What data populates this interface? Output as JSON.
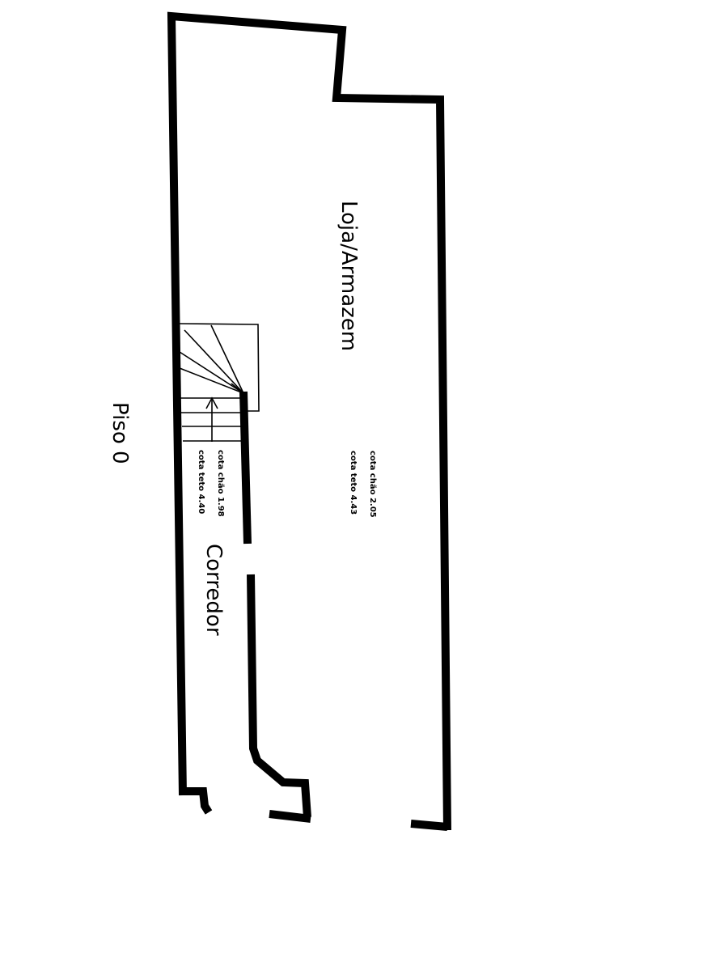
{
  "floor_label": "Piso  0",
  "rooms": {
    "store": {
      "name": "Loja/Armazem",
      "floor_level": "cota chão 2.05",
      "ceiling_level": "cota teto 4.43"
    },
    "corridor": {
      "name": "Corredor",
      "floor_level": "cota chão 1.98",
      "ceiling_level": "cota teto 4.40"
    }
  },
  "colors": {
    "wall": "#000000",
    "background": "#ffffff"
  }
}
